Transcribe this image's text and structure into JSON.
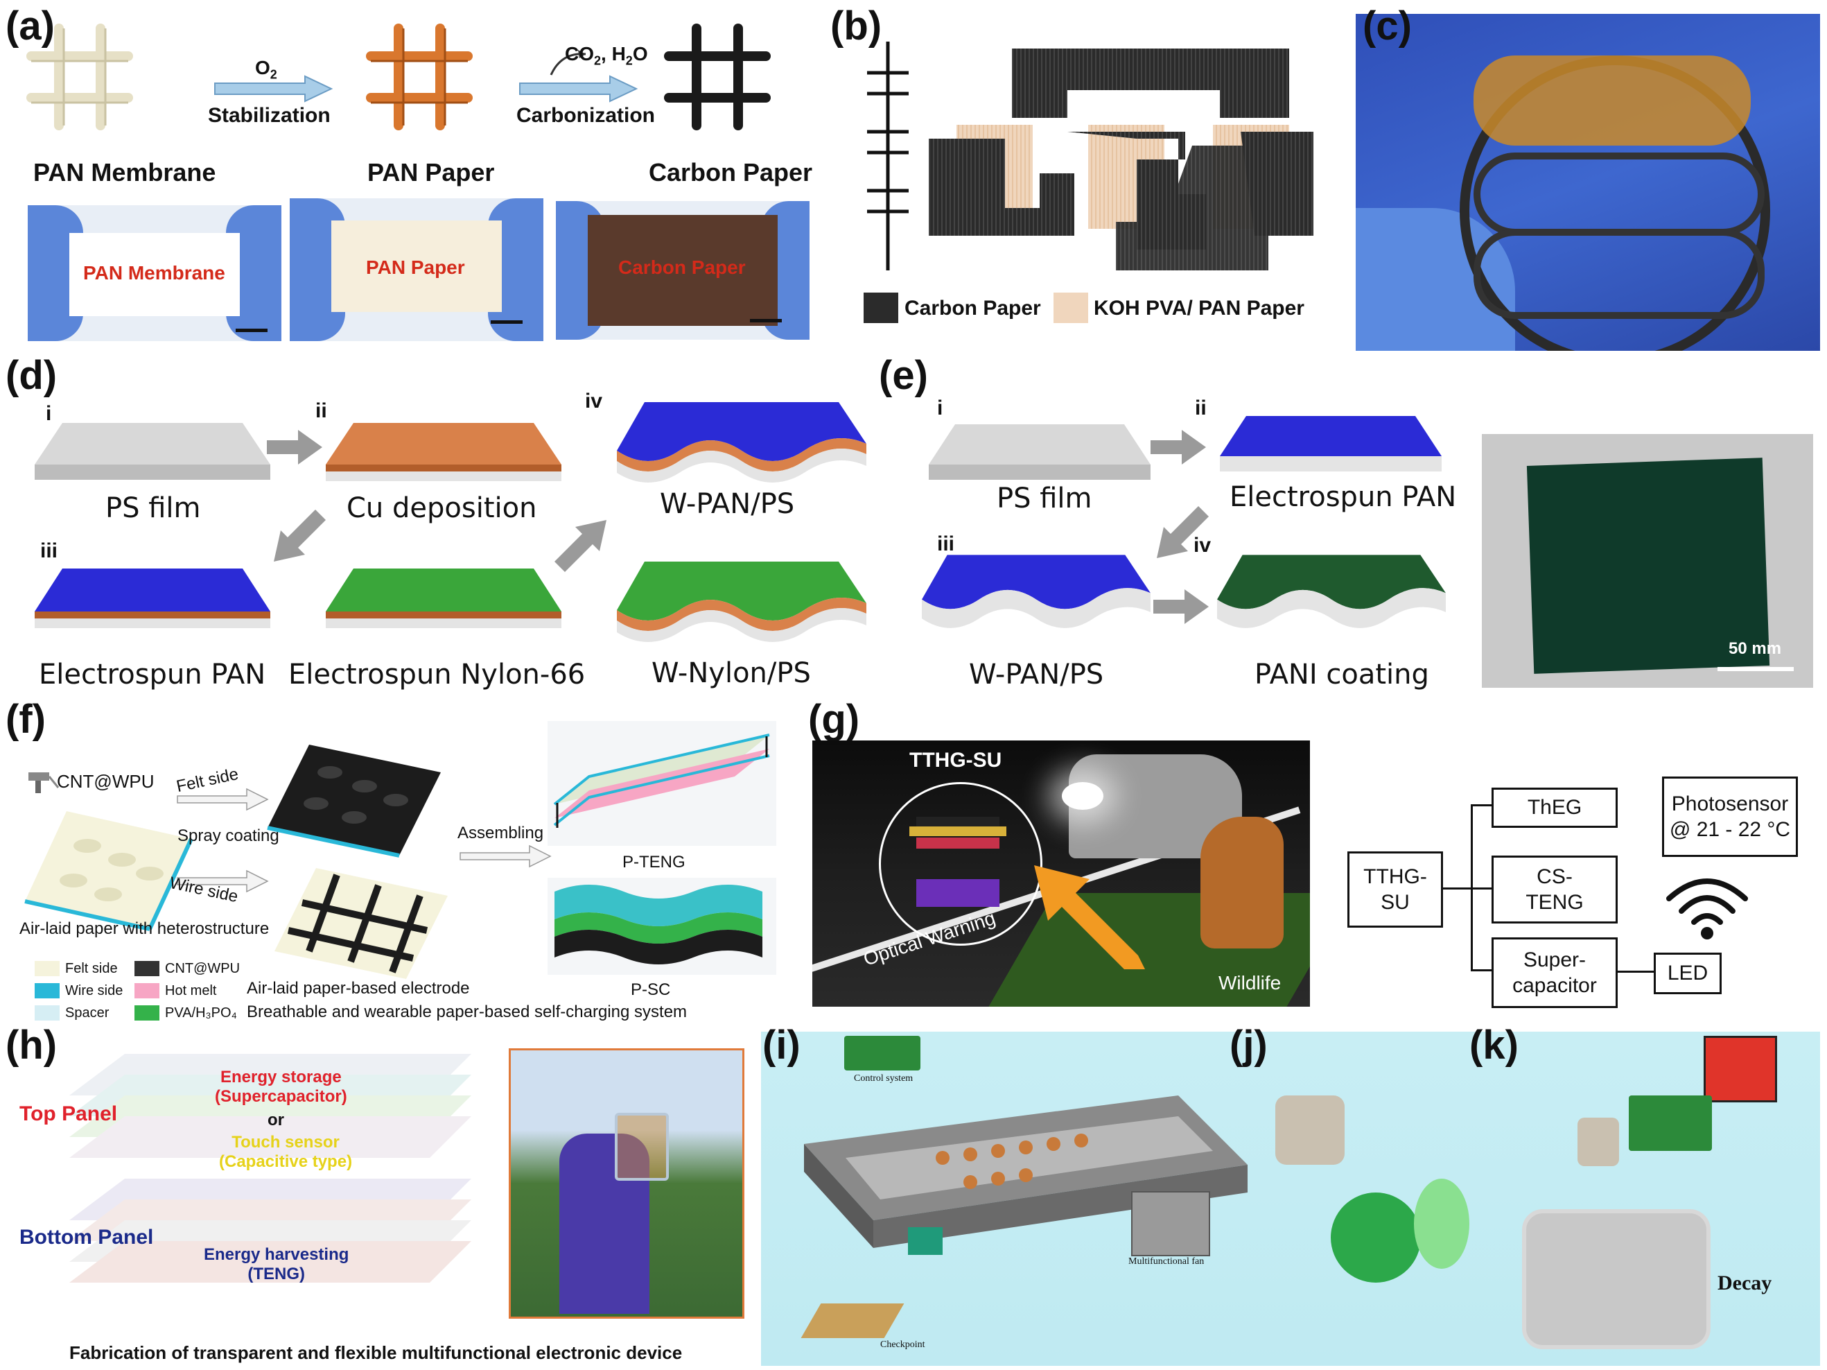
{
  "panels": [
    "(a)",
    "(b)",
    "(c)",
    "(d)",
    "(e)",
    "(f)",
    "(g)",
    "(h)",
    "(i)",
    "(j)",
    "(k)"
  ],
  "a": {
    "step1_top": "O",
    "step1_sub": "2",
    "step1": "Stabilization",
    "step2_top": "CO",
    "step2_sub1": "2",
    "step2_mid": ", H",
    "step2_sub2": "2",
    "step2_end": "O",
    "step2": "Carbonization",
    "labels": [
      "PAN Membrane",
      "PAN Paper",
      "Carbon Paper"
    ],
    "photo_labels": [
      "PAN Membrane",
      "PAN Paper",
      "Carbon Paper"
    ]
  },
  "b": {
    "legend": [
      "Carbon Paper",
      "KOH PVA/ PAN Paper"
    ]
  },
  "d": {
    "roman": [
      "i",
      "ii",
      "iii",
      "iv"
    ],
    "labels": [
      "PS film",
      "Cu deposition",
      "Electrospun PAN",
      "Electrospun Nylon-66",
      "W-PAN/PS",
      "W-Nylon/PS"
    ]
  },
  "e": {
    "roman": [
      "i",
      "ii",
      "iii",
      "iv"
    ],
    "labels": [
      "PS film",
      "Electrospun PAN",
      "W-PAN/PS",
      "PANI coating"
    ],
    "scale": "50 mm"
  },
  "f": {
    "source": "CNT@WPU",
    "felt_side": "Felt side",
    "wire_side": "Wire side",
    "spray": "Spray coating",
    "assembling": "Assembling",
    "airlaid": "Air-laid paper with heterostructure",
    "electrode": "Air-laid paper-based electrode",
    "teng": "P-TENG",
    "sc": "P-SC",
    "caption": "Breathable and wearable paper-based self-charging system",
    "legend": [
      "Felt side",
      "CNT@WPU",
      "Wire side",
      "Hot melt",
      "Spacer",
      "PVA/H₃PO₄"
    ]
  },
  "g": {
    "title": "TTHG-SU",
    "warning": "Optical Warning",
    "wildlife": "Wildlife",
    "main_l1": "TTHG-",
    "main_l2": "SU",
    "box1": "ThEG",
    "box2_l1": "CS-",
    "box2_l2": "TENG",
    "box3_l1": "Super-",
    "box3_l2": "capacitor",
    "led": "LED",
    "photo_l1": "Photosensor",
    "photo_l2": "@ 21 - 22 °C"
  },
  "h": {
    "top_panel": "Top Panel",
    "bottom_panel": "Bottom Panel",
    "es_l1": "Energy storage",
    "es_l2": "(Supercapacitor)",
    "or": "or",
    "ts_l1": "Touch sensor",
    "ts_l2": "(Capacitive type)",
    "eh_l1": "Energy harvesting",
    "eh_l2": "(TENG)",
    "caption": "Fabrication of transparent and flexible multifunctional electronic device"
  },
  "i": {
    "control": "Control system",
    "fan": "Multifunctional fan",
    "checkpoint": "Checkpoint"
  },
  "k": {
    "decay": "Decay"
  },
  "colors": {
    "pan_red": "#d42a1a",
    "pan_blue": "#2b2bd6",
    "cu": "#d9814a",
    "nylon": "#3aa63a",
    "glove": "#4f7fd6"
  }
}
